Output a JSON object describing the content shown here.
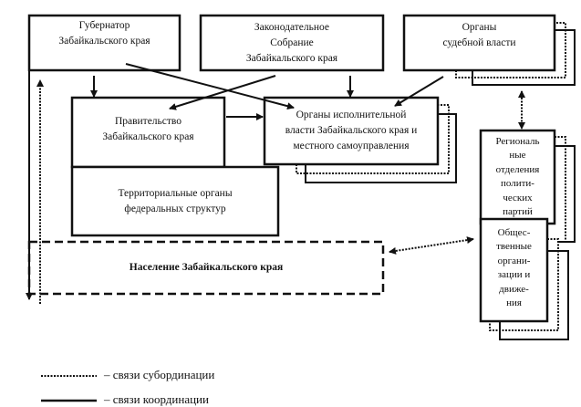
{
  "boxes": {
    "governor": "Губернатор\nЗабайкальского края",
    "legislative": "Законодательное\nСобрание\nЗабайкальского края",
    "courts": "Органы\nсудебной власти",
    "government": "Правительство\nЗабайкальского края",
    "executive": "Органы исполнительной\nвласти Забайкальского края и\nместного самоуправления",
    "territorial": "Территориальные органы\nфедеральных структур",
    "population": "Население Забайкальского края",
    "parties": "Региональ\nные\nотделения\nполити-\nческих\nпартий",
    "public_orgs": "Общес-\nтвенные\nоргани-\nзации и\nдвиже-\nния"
  },
  "legend": {
    "dotted": "– связи  субординации",
    "solid": "– связи координации"
  },
  "colors": {
    "line": "#111111",
    "background": "#ffffff"
  }
}
